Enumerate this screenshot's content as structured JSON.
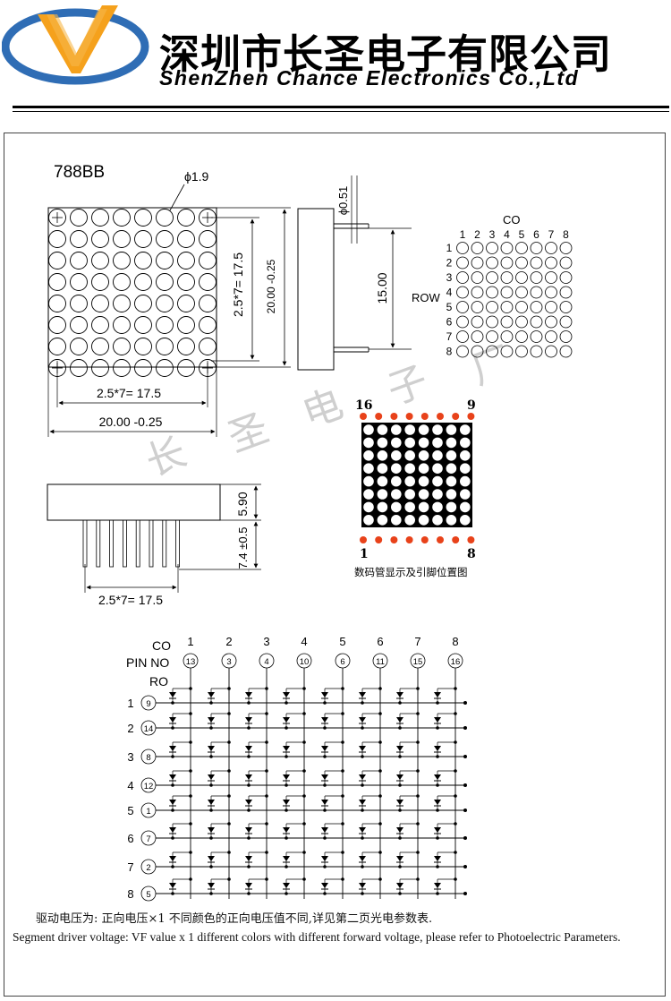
{
  "header": {
    "company_cn": "深圳市长圣电子有限公司",
    "company_en": "ShenZhen Chance Electronics Co.,Ltd",
    "logo_colors": {
      "orange": "#F5A11C",
      "blue": "#2F6DB5"
    }
  },
  "drawing": {
    "model": "788BB",
    "dot_diameter": "ϕ1.9",
    "pin_diameter": "ϕ0.51",
    "pitch_vertical": "2.5*7= 17.5",
    "width_vertical": "20.00 -0.25",
    "pitch_horizontal": "2.5*7= 17.5",
    "width_horizontal": "20.00 -0.25",
    "pin_length": "15.00",
    "body_height": "5.90",
    "pin_exposed": "7.4 ±0.5",
    "bottom_pitch": "2.5*7= 17.5",
    "watermark": [
      "长",
      "圣",
      "电",
      "子",
      "厂"
    ]
  },
  "matrix_small": {
    "co_label": "CO",
    "row_label": "ROW",
    "col_numbers": [
      "1",
      "2",
      "3",
      "4",
      "5",
      "6",
      "7",
      "8"
    ],
    "row_numbers": [
      "1",
      "2",
      "3",
      "4",
      "5",
      "6",
      "7",
      "8"
    ]
  },
  "pinout": {
    "top_left_pin": "16",
    "top_right_pin": "9",
    "bottom_left_pin": "1",
    "bottom_right_pin": "8",
    "caption": "数码管显示及引脚位置图",
    "pin_dot_color": "#E8421A"
  },
  "schematic": {
    "co_label": "CO",
    "pin_no_label": "PIN NO",
    "ro_label": "RO",
    "col_numbers": [
      "1",
      "2",
      "3",
      "4",
      "5",
      "6",
      "7",
      "8"
    ],
    "col_pins": [
      "13",
      "3",
      "4",
      "10",
      "6",
      "11",
      "15",
      "16"
    ],
    "row_numbers": [
      "1",
      "2",
      "3",
      "4",
      "5",
      "6",
      "7",
      "8"
    ],
    "row_pins": [
      "9",
      "14",
      "8",
      "12",
      "1",
      "7",
      "2",
      "5"
    ]
  },
  "notes": {
    "cn": "驱动电压为:   正向电压×1    不同颜色的正向电压值不同,详见第二页光电参数表.",
    "en": "Segment driver voltage: VF value x 1   different colors with different forward voltage, please refer to Photoelectric Parameters."
  }
}
